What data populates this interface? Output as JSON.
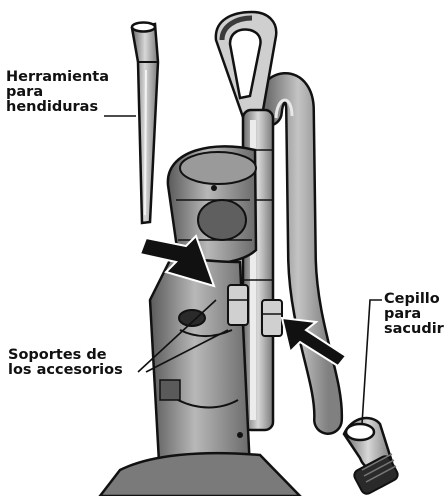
{
  "labels": {
    "crevice_tool": [
      "Herramienta",
      "para",
      "hendiduras"
    ],
    "accessory_holders": [
      "Soportes de",
      "los accesorios"
    ],
    "dusting_brush": [
      "Cepillo",
      "para",
      "sacudir"
    ]
  },
  "colors": {
    "line": "#111111",
    "body_gray": "#8c8c8c",
    "dark_gray": "#4a4a4a",
    "light_gray": "#d6d6d6",
    "background": "#ffffff"
  }
}
